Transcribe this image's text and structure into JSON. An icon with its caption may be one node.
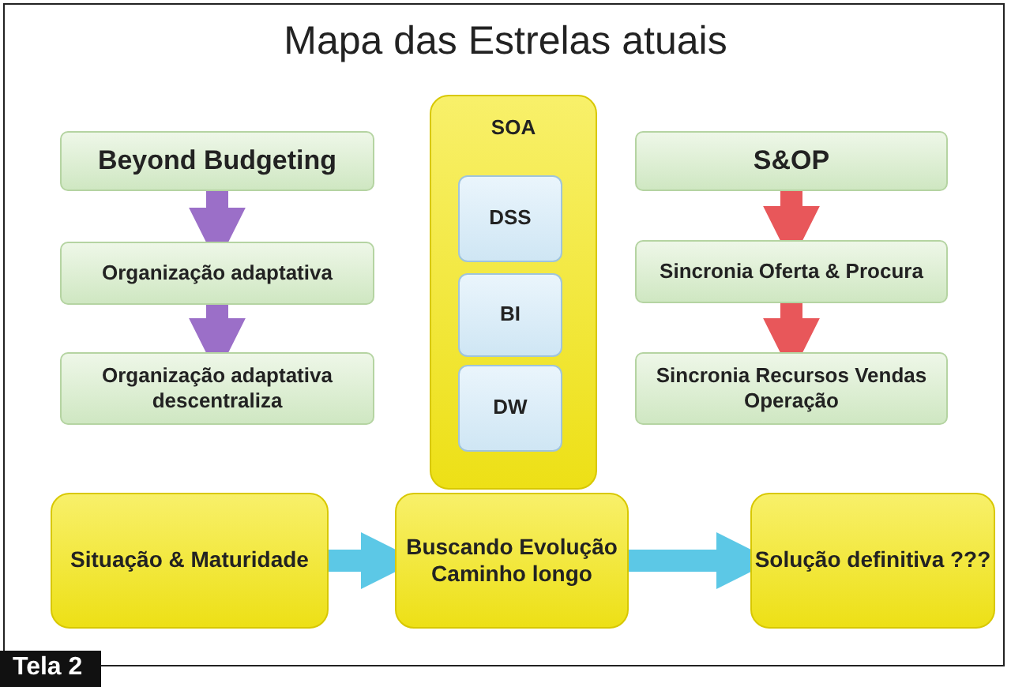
{
  "diagram": {
    "title": "Mapa das Estrelas atuais",
    "nodes": [
      {
        "text": [
          "Beyond Budgeting"
        ]
      },
      {
        "text": [
          "Organização adaptativa"
        ]
      },
      {
        "text": [
          "Organização adaptativa descentraliza"
        ]
      },
      {
        "text": [
          "SOA"
        ]
      },
      {
        "text": [
          "DSS"
        ],
        "in": 3
      },
      {
        "text": [
          "BI"
        ],
        "in": 3
      },
      {
        "text": [
          "DW"
        ],
        "in": 3
      },
      {
        "text": [
          "S&OP"
        ]
      },
      {
        "text": [
          "Sincronia Oferta & Procura"
        ]
      },
      {
        "text": [
          "Sincronia Recursos Vendas Operação"
        ]
      },
      {
        "text": [
          "Situação & Maturidade"
        ]
      },
      {
        "text": [
          "Buscando Evolução Caminho longo"
        ]
      },
      {
        "text": [
          "Solução definitiva ???"
        ]
      }
    ],
    "edges": [
      {
        "from": 0,
        "to": 1,
        "arrow": "to",
        "color": "#9b6fc8"
      },
      {
        "from": 1,
        "to": 2,
        "arrow": "to",
        "color": "#9b6fc8"
      },
      {
        "from": 7,
        "to": 8,
        "arrow": "to",
        "color": "#e8575a"
      },
      {
        "from": 8,
        "to": 9,
        "arrow": "to",
        "color": "#e8575a"
      },
      {
        "from": 10,
        "to": 11,
        "arrow": "to",
        "color": "#5cc8e6"
      },
      {
        "from": 11,
        "to": 12,
        "arrow": "to",
        "color": "#5cc8e6"
      }
    ],
    "labels": [
      "Tela 2"
    ]
  }
}
